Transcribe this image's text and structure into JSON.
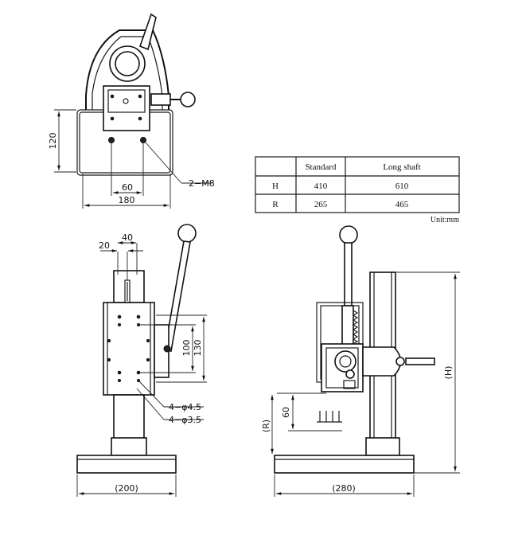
{
  "top_view": {
    "dim_height": "120",
    "dim_hole_pitch": "60",
    "dim_width": "180",
    "thread_callout": "2−M8"
  },
  "spec_table": {
    "headers": [
      "",
      "Standard",
      "Long shaft"
    ],
    "rows": [
      {
        "label": "H",
        "standard": "410",
        "long_shaft": "610"
      },
      {
        "label": "R",
        "standard": "265",
        "long_shaft": "465"
      }
    ],
    "unit": "Unit:mm"
  },
  "front_view": {
    "dim_20": "20",
    "dim_40": "40",
    "dim_100": "100",
    "dim_130": "130",
    "hole_callout_1": "4−φ4.5",
    "hole_callout_2": "4−φ3.5",
    "dim_base": "(200)"
  },
  "side_view": {
    "dim_60": "60",
    "dim_R": "(R)",
    "dim_H": "(H)",
    "dim_base": "(280)"
  }
}
